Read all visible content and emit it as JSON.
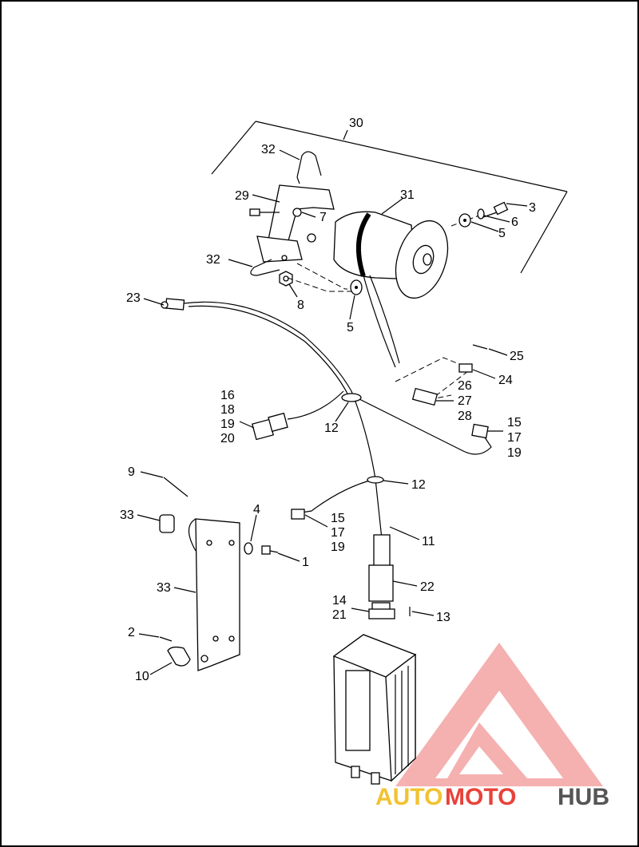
{
  "diagram": {
    "callouts": [
      "30",
      "32",
      "29",
      "31",
      "3",
      "7",
      "6",
      "5",
      "32",
      "8",
      "5",
      "23",
      "25",
      "24",
      "26",
      "27",
      "28",
      "16",
      "18",
      "19",
      "20",
      "12",
      "15",
      "17",
      "19",
      "9",
      "12",
      "33",
      "4",
      "15",
      "17",
      "19",
      "11",
      "1",
      "33",
      "22",
      "14",
      "21",
      "13",
      "2",
      "10"
    ]
  },
  "watermark": {
    "part1": "AUTO",
    "part2": "MOTO",
    "part3": "HUB",
    "colors": {
      "auto": "#f2c230",
      "moto": "#e8423a",
      "hub": "#555555",
      "logo": "#f08a8a"
    }
  }
}
